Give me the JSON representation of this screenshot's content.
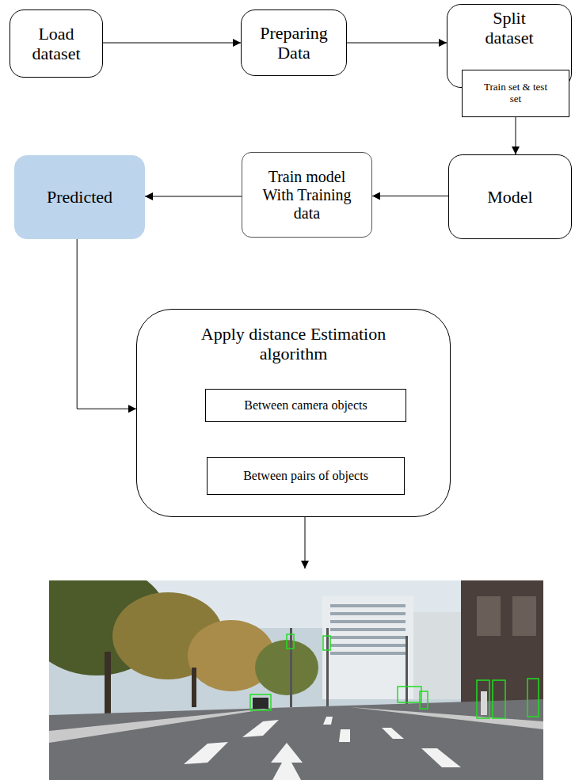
{
  "diagram": {
    "nodes": [
      {
        "text": [
          "Load dataset"
        ]
      },
      {
        "text": [
          "Preparing Data"
        ]
      },
      {
        "text": [
          "Split dataset"
        ]
      },
      {
        "text": [
          "Train set & test set"
        ],
        "in": 2
      },
      {
        "text": [
          "Model"
        ]
      },
      {
        "text": [
          "Train model With Training data"
        ]
      },
      {
        "text": [
          "Predicted"
        ]
      },
      {
        "text": [
          "Apply distance Estimation algorithm"
        ]
      },
      {
        "text": [
          "Between camera objects"
        ],
        "in": 7
      },
      {
        "text": [
          "Between pairs of objects"
        ],
        "in": 7
      }
    ],
    "edges": [
      {
        "from": 0,
        "to": 1,
        "arrow": "to"
      },
      {
        "from": 1,
        "to": 2,
        "arrow": "to"
      },
      {
        "from": 3,
        "to": 4,
        "arrow": "to"
      },
      {
        "from": 4,
        "to": 5,
        "arrow": "to"
      },
      {
        "from": 5,
        "to": 6,
        "arrow": "to"
      },
      {
        "from": 6,
        "to": 7,
        "arrow": "to"
      },
      {
        "from": 8,
        "to": 9,
        "arrow": "to"
      }
    ]
  }
}
